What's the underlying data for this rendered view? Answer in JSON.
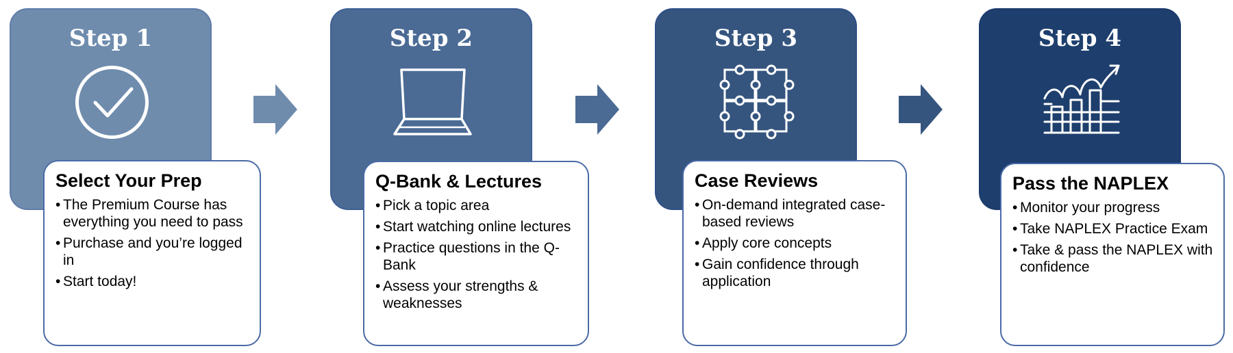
{
  "colors": {
    "step1": "#6f8cad",
    "step2": "#4b6b95",
    "step3": "#35557f",
    "step4": "#1e3f6d",
    "arrow": "#56759d",
    "card_border": "#4a6aa6"
  },
  "steps": [
    {
      "label": "Step 1",
      "icon": "check-circle-icon",
      "card_title": "Select Your Prep",
      "bullets": [
        "The Premium Course has everything you need to pass",
        "Purchase and you’re logged in",
        "Start today!"
      ]
    },
    {
      "label": "Step 2",
      "icon": "laptop-icon",
      "card_title": "Q-Bank & Lectures",
      "bullets": [
        "Pick a topic area",
        "Start watching online lectures",
        "Practice questions in the Q-Bank",
        "Assess your strengths & weaknesses"
      ]
    },
    {
      "label": "Step 3",
      "icon": "puzzle-icon",
      "card_title": "Case Reviews",
      "bullets": [
        "On-demand integrated case-based reviews",
        "Apply core concepts",
        "Gain confidence through application"
      ]
    },
    {
      "label": "Step 4",
      "icon": "growth-chart-icon",
      "card_title": "Pass the NAPLEX",
      "bullets": [
        "Monitor your progress",
        "Take NAPLEX Practice Exam",
        "Take & pass the NAPLEX with confidence"
      ]
    }
  ]
}
